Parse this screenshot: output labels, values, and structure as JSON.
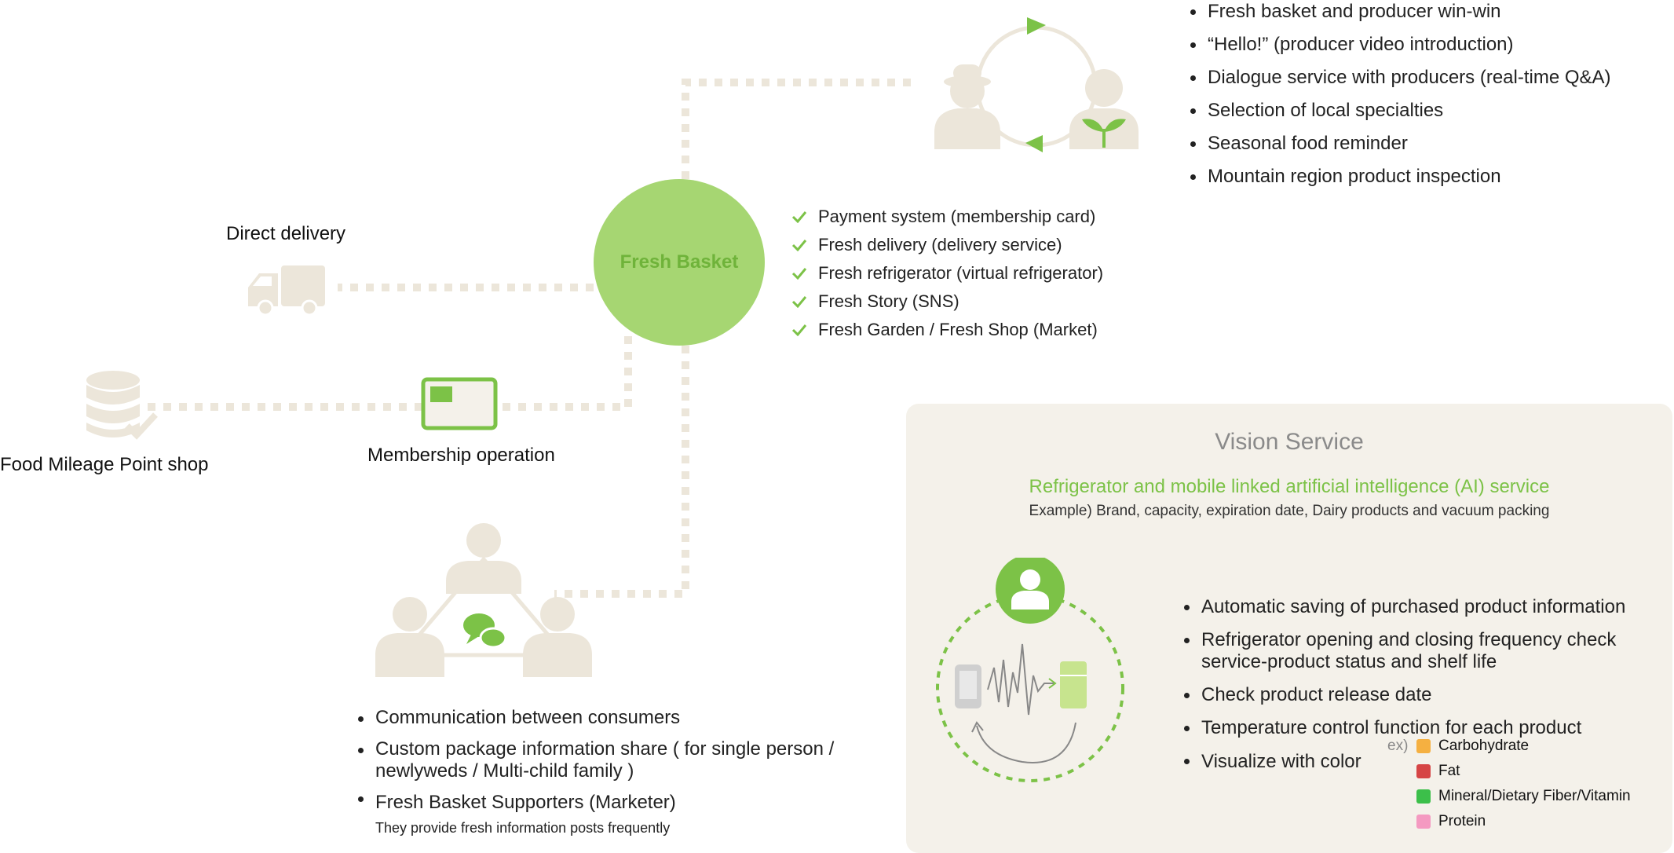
{
  "hub": {
    "label": "Fresh Basket"
  },
  "nodes": {
    "direct_delivery": "Direct delivery",
    "food_mileage": "Food Mileage Point shop",
    "membership": "Membership operation"
  },
  "producer_list": [
    "Fresh basket and producer win-win",
    "“Hello!” (producer video introduction)",
    "Dialogue service with producers (real-time Q&A)",
    "Selection of local specialties",
    "Seasonal food reminder",
    "Mountain region product inspection"
  ],
  "service_checks": [
    "Payment system (membership card)",
    "Fresh delivery (delivery service)",
    "Fresh refrigerator (virtual refrigerator)",
    "Fresh Story (SNS)",
    "Fresh Garden / Fresh Shop (Market)"
  ],
  "consumer_list": {
    "item1": "Communication between consumers",
    "item2_line1": "Custom package information share ( for single person /",
    "item2_line2": "newlyweds / Multi-child family )",
    "item3": "Fresh Basket Supporters (Marketer)",
    "item3_sub": "They provide fresh information posts frequently"
  },
  "vision": {
    "title": "Vision Service",
    "subtitle": "Refrigerator and mobile linked artificial intelligence (AI) service",
    "example": "Example) Brand, capacity, expiration date, Dairy products and vacuum packing",
    "bullets": {
      "b1": "Automatic saving of purchased product information",
      "b2_line1": "Refrigerator opening and closing frequency check",
      "b2_line2": "service-product status and shelf life",
      "b3": "Check product release date",
      "b4": "Temperature control function for each product",
      "b5": "Visualize with color"
    },
    "legend": {
      "prefix": "ex)",
      "items": [
        {
          "label": "Carbohydrate",
          "color": "#f5b041"
        },
        {
          "label": "Fat",
          "color": "#d64545"
        },
        {
          "label": "Mineral/Dietary Fiber/Vitamin",
          "color": "#3cbf4a"
        },
        {
          "label": "Protein",
          "color": "#f49ac1"
        }
      ]
    }
  },
  "colors": {
    "green": "#7cc247",
    "hub": "#a6d672",
    "beige": "#ece6da",
    "panel": "#f4f1ea"
  }
}
